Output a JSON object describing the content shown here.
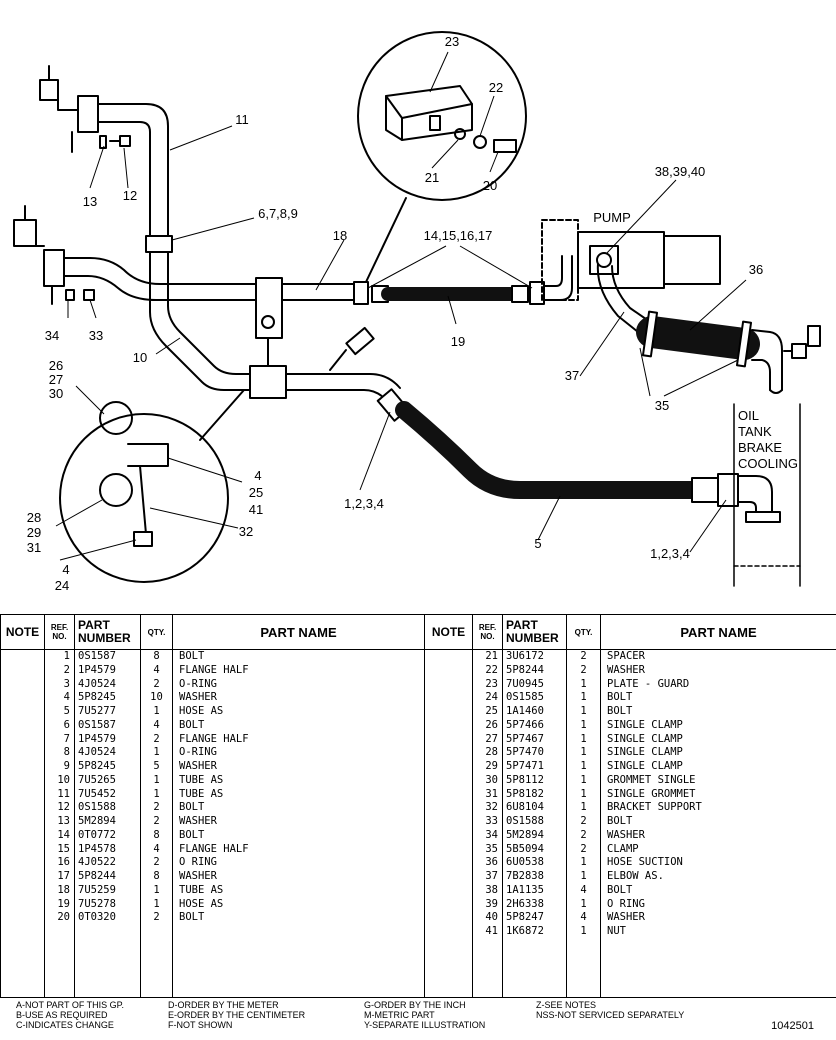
{
  "diagram": {
    "labels": {
      "c1": "1,2,3,4",
      "c2": "1,2,3,4",
      "n4a": "4",
      "n4b": "4",
      "n5": "5",
      "n6789": "6,7,8,9",
      "n10": "10",
      "n11": "11",
      "n12": "12",
      "n13": "13",
      "n1417": "14,15,16,17",
      "n18": "18",
      "n19": "19",
      "n20": "20",
      "n21": "21",
      "n22": "22",
      "n23": "23",
      "n24": "24",
      "n25": "25",
      "n26": "26",
      "n27": "27",
      "n28": "28",
      "n29": "29",
      "n30": "30",
      "n31": "31",
      "n32": "32",
      "n33": "33",
      "n34": "34",
      "n35": "35",
      "n36": "36",
      "n37": "37",
      "n383940": "38,39,40",
      "n41": "41",
      "pump": "PUMP",
      "oil": "OIL",
      "tank": "TANK",
      "brake": "BRAKE",
      "cooling": "COOLING"
    }
  },
  "table": {
    "headers": {
      "note": "NOTE",
      "ref1": "REF.",
      "ref2": "NO.",
      "pn1": "PART",
      "pn2": "NUMBER",
      "qty": "QTY.",
      "name": "PART NAME"
    },
    "left": [
      {
        "ref": "1",
        "pn": "0S1587",
        "qty": "8",
        "name": "BOLT"
      },
      {
        "ref": "2",
        "pn": "1P4579",
        "qty": "4",
        "name": "FLANGE HALF"
      },
      {
        "ref": "3",
        "pn": "4J0524",
        "qty": "2",
        "name": "O-RING"
      },
      {
        "ref": "4",
        "pn": "5P8245",
        "qty": "10",
        "name": "WASHER"
      },
      {
        "ref": "5",
        "pn": "7U5277",
        "qty": "1",
        "name": "HOSE AS"
      },
      {
        "ref": "6",
        "pn": "0S1587",
        "qty": "4",
        "name": "BOLT"
      },
      {
        "ref": "7",
        "pn": "1P4579",
        "qty": "2",
        "name": "FLANGE HALF"
      },
      {
        "ref": "8",
        "pn": "4J0524",
        "qty": "1",
        "name": "O-RING"
      },
      {
        "ref": "9",
        "pn": "5P8245",
        "qty": "5",
        "name": "WASHER"
      },
      {
        "ref": "10",
        "pn": "7U5265",
        "qty": "1",
        "name": "TUBE AS"
      },
      {
        "ref": "11",
        "pn": "7U5452",
        "qty": "1",
        "name": "TUBE AS"
      },
      {
        "ref": "12",
        "pn": "0S1588",
        "qty": "2",
        "name": "BOLT"
      },
      {
        "ref": "13",
        "pn": "5M2894",
        "qty": "2",
        "name": "WASHER"
      },
      {
        "ref": "14",
        "pn": "0T0772",
        "qty": "8",
        "name": "BOLT"
      },
      {
        "ref": "15",
        "pn": "1P4578",
        "qty": "4",
        "name": "FLANGE HALF"
      },
      {
        "ref": "16",
        "pn": "4J0522",
        "qty": "2",
        "name": "O RING"
      },
      {
        "ref": "17",
        "pn": "5P8244",
        "qty": "8",
        "name": "WASHER"
      },
      {
        "ref": "18",
        "pn": "7U5259",
        "qty": "1",
        "name": "TUBE AS"
      },
      {
        "ref": "19",
        "pn": "7U5278",
        "qty": "1",
        "name": "HOSE AS"
      },
      {
        "ref": "20",
        "pn": "0T0320",
        "qty": "2",
        "name": "BOLT"
      }
    ],
    "right": [
      {
        "ref": "21",
        "pn": "3U6172",
        "qty": "2",
        "name": "SPACER"
      },
      {
        "ref": "22",
        "pn": "5P8244",
        "qty": "2",
        "name": "WASHER"
      },
      {
        "ref": "23",
        "pn": "7U0945",
        "qty": "1",
        "name": "PLATE - GUARD"
      },
      {
        "ref": "24",
        "pn": "0S1585",
        "qty": "1",
        "name": "BOLT"
      },
      {
        "ref": "25",
        "pn": "1A1460",
        "qty": "1",
        "name": "BOLT"
      },
      {
        "ref": "26",
        "pn": "5P7466",
        "qty": "1",
        "name": "SINGLE CLAMP"
      },
      {
        "ref": "27",
        "pn": "5P7467",
        "qty": "1",
        "name": "SINGLE CLAMP"
      },
      {
        "ref": "28",
        "pn": "5P7470",
        "qty": "1",
        "name": "SINGLE CLAMP"
      },
      {
        "ref": "29",
        "pn": "5P7471",
        "qty": "1",
        "name": "SINGLE CLAMP"
      },
      {
        "ref": "30",
        "pn": "5P8112",
        "qty": "1",
        "name": "GROMMET SINGLE"
      },
      {
        "ref": "31",
        "pn": "5P8182",
        "qty": "1",
        "name": "SINGLE GROMMET"
      },
      {
        "ref": "32",
        "pn": "6U8104",
        "qty": "1",
        "name": "BRACKET SUPPORT"
      },
      {
        "ref": "33",
        "pn": "0S1588",
        "qty": "2",
        "name": "BOLT"
      },
      {
        "ref": "34",
        "pn": "5M2894",
        "qty": "2",
        "name": "WASHER"
      },
      {
        "ref": "35",
        "pn": "5B5094",
        "qty": "2",
        "name": "CLAMP"
      },
      {
        "ref": "36",
        "pn": "6U0538",
        "qty": "1",
        "name": "HOSE SUCTION"
      },
      {
        "ref": "37",
        "pn": "7B2838",
        "qty": "1",
        "name": "ELBOW AS."
      },
      {
        "ref": "38",
        "pn": "1A1135",
        "qty": "4",
        "name": "BOLT"
      },
      {
        "ref": "39",
        "pn": "2H6338",
        "qty": "1",
        "name": "O RING"
      },
      {
        "ref": "40",
        "pn": "5P8247",
        "qty": "4",
        "name": "WASHER"
      },
      {
        "ref": "41",
        "pn": "1K6872",
        "qty": "1",
        "name": "NUT"
      }
    ]
  },
  "legend": {
    "a": "A-NOT PART OF THIS GP.",
    "b": "B-USE AS REQUIRED",
    "c": "C-INDICATES CHANGE",
    "d": "D-ORDER BY THE METER",
    "e": "E-ORDER BY THE CENTIMETER",
    "f": "F-NOT SHOWN",
    "g": "G-ORDER BY THE INCH",
    "m": "M-METRIC PART",
    "y": "Y-SEPARATE ILLUSTRATION",
    "z": "Z-SEE NOTES",
    "nss": "NSS-NOT SERVICED SEPARATELY",
    "form_number": "1042501"
  }
}
